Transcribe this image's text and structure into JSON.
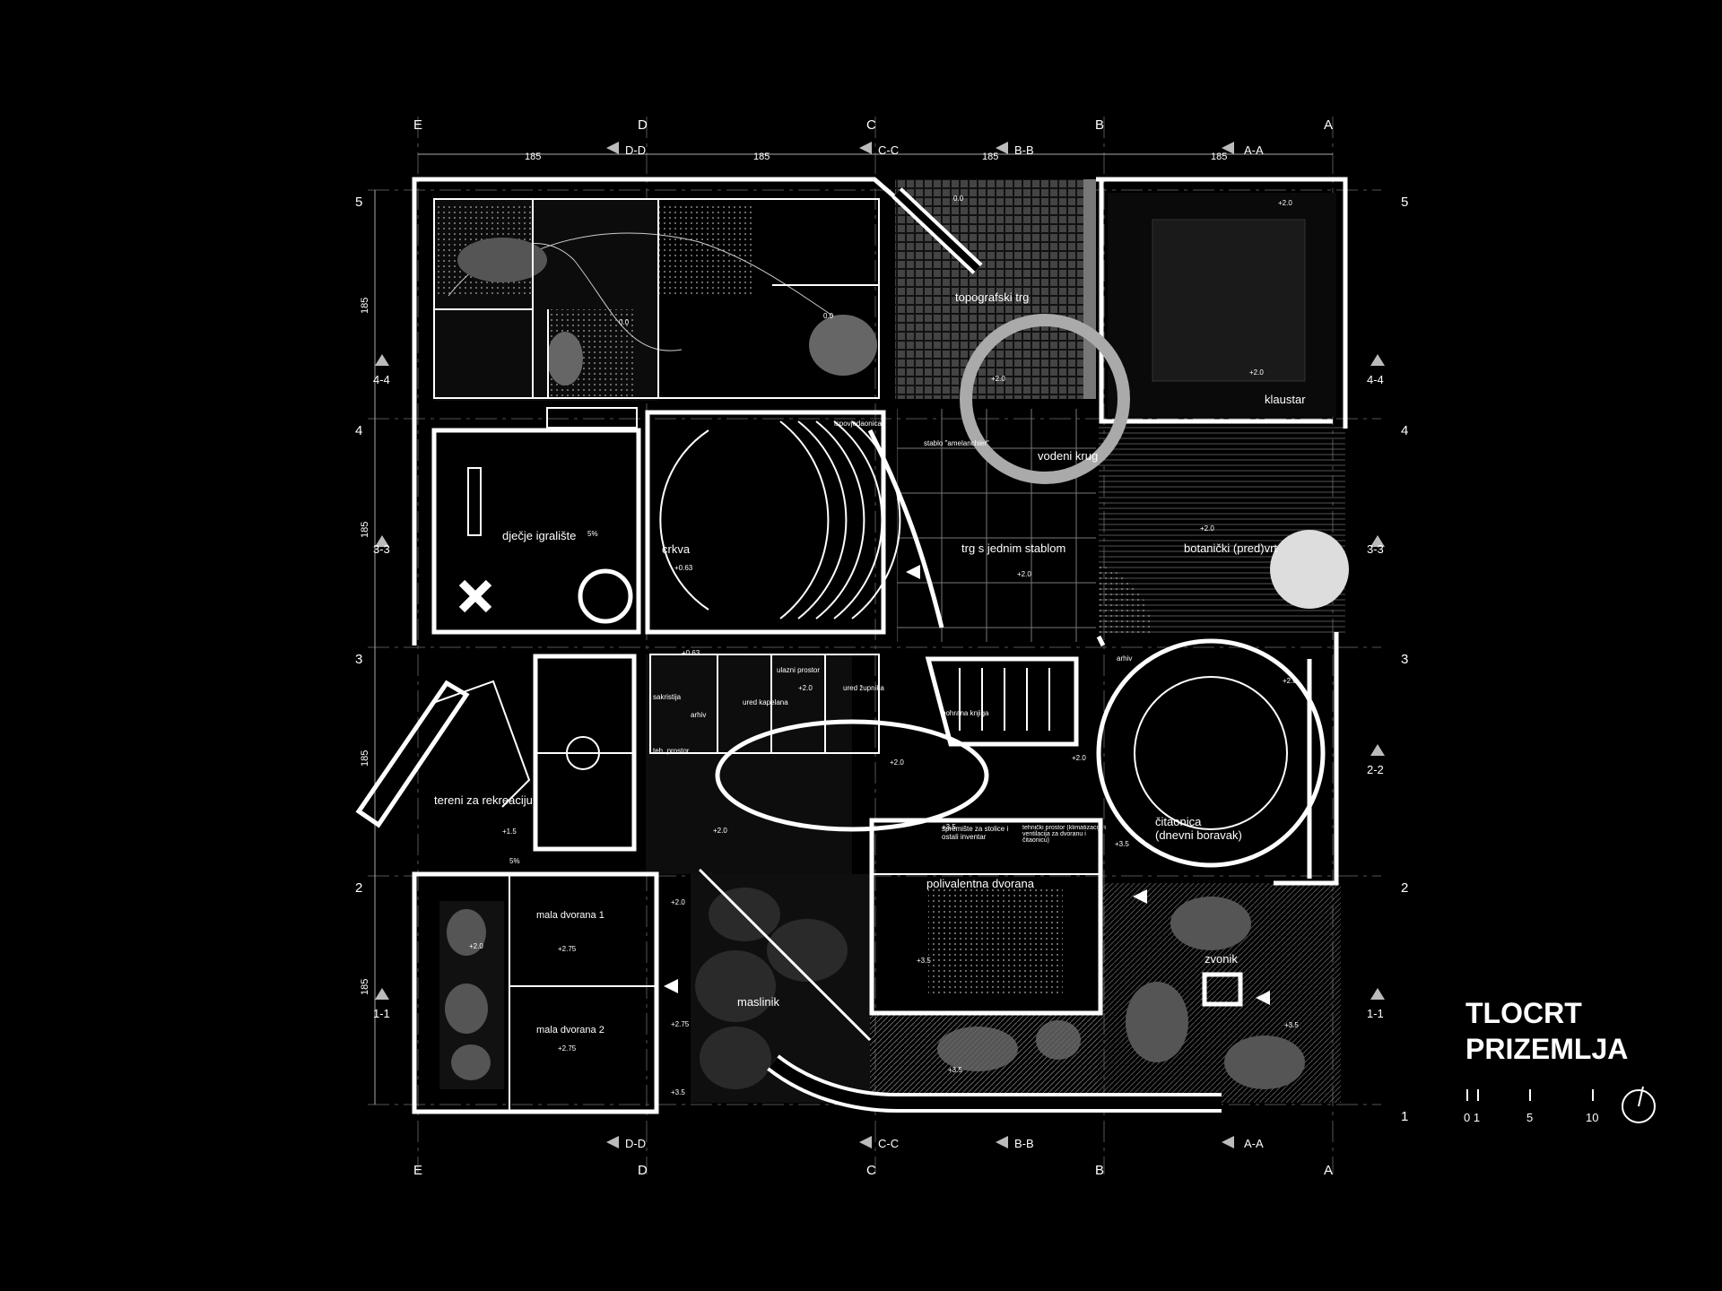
{
  "title": {
    "line1": "TLOCRT",
    "line2": "PRIZEMLJA"
  },
  "scale_bar": {
    "t0": "0 1",
    "t1": "5",
    "t2": "10"
  },
  "axes": {
    "col_labels": [
      "E",
      "D",
      "C",
      "B",
      "A"
    ],
    "row_labels": [
      "5",
      "4",
      "3",
      "2",
      "1"
    ],
    "dims": {
      "top": [
        "185",
        "185",
        "185",
        "185"
      ],
      "left": [
        "185",
        "185",
        "185"
      ]
    }
  },
  "sections": {
    "dd": "D-D",
    "cc": "C-C",
    "bb": "B-B",
    "aa": "A-A",
    "s44": "4-4",
    "s33": "3-3",
    "s22": "2-2",
    "s11": "1-1"
  },
  "rooms": {
    "topografski_trg": "topografski trg",
    "klaustar": "klaustar",
    "vodeni_krug": "vodeni krug",
    "stablo": "stablo \"amelanchier\"",
    "djecje": "dječje igralište",
    "crkva": "crkva",
    "trg": "trg s jednim stablom",
    "botanicki": "botanički (pred)vrt",
    "tereni": "tereni za rekreaciju",
    "citaonica1": "čitaonica",
    "citaonica2": "(dnevni boravak)",
    "mala1": "mala dvorana 1",
    "mala2": "mala dvorana 2",
    "maslinik": "maslinik",
    "polivalentna": "polivalentna dvorana",
    "zvonik": "zvonik",
    "ulazni": "ulazni prostor",
    "ured_k": "ured kapelana",
    "ured_z": "ured župnika",
    "arhiv": "arhiv",
    "arhiv2": "arhiv",
    "sakristija": "sakristija",
    "teh1": "teh. prostor",
    "spremiste": "spremište za stolice i ostali inventar",
    "tehnicki": "tehnički prostor (klimatizacija i ventilacija za dvoranu i čitaonicu)",
    "pohrana": "pohrana knjiga",
    "ispovjedaonica": "ispovjedaonica"
  },
  "levels": {
    "l00": "0.0",
    "l20": "+2.0",
    "l063": "+0.63",
    "l15": "+1.5",
    "l35": "+3.5",
    "l275": "+2.75",
    "l0": "0.0",
    "pct": "5%"
  }
}
